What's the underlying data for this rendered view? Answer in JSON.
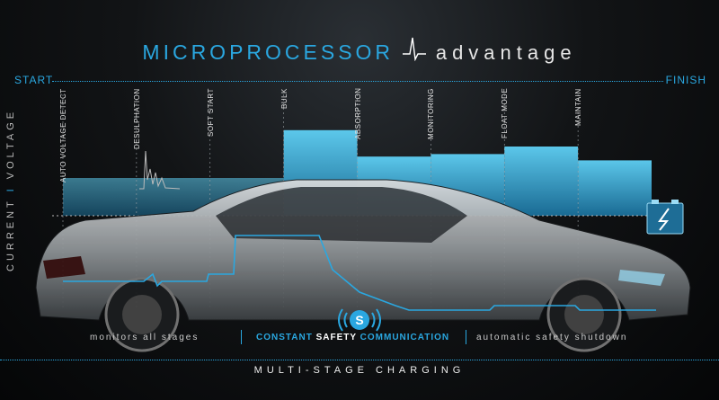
{
  "header": {
    "title_part1": "MICROPROCESSOR",
    "title_part2": "advantage"
  },
  "timeline": {
    "start": "START",
    "finish": "FINISH"
  },
  "axis_label": {
    "part1": "CURRENT",
    "separator": "I",
    "part2": "VOLTAGE"
  },
  "stages": [
    "AUTO VOLTAGE DETECT",
    "DESULPHATION",
    "SOFT START",
    "BULK",
    "ABSORPTION",
    "MONITORING",
    "FLOAT MODE",
    "MAINTAIN"
  ],
  "voltage_levels": [
    0.3,
    0.3,
    0.3,
    0.68,
    0.47,
    0.49,
    0.55,
    0.44
  ],
  "features": {
    "left": "monitors all stages",
    "mid_part1": "CONSTANT",
    "mid_part2": "SAFETY",
    "mid_part3": "COMMUNICATION",
    "right": "automatic safety shutdown"
  },
  "badge_letter": "S",
  "footer": "MULTI-STAGE CHARGING",
  "colors": {
    "accent": "#2aa7e0",
    "bar_light": "#5fd0f5",
    "bar_dark": "#1a6f9a"
  }
}
